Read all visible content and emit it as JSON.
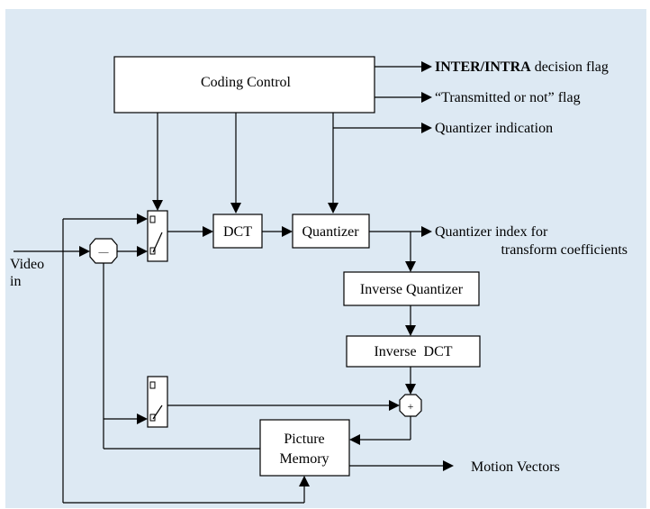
{
  "colors": {
    "background": "#dde9f3",
    "box_fill": "#ffffff",
    "line": "#000000"
  },
  "blocks": {
    "coding_control": "Coding Control",
    "dct": "DCT",
    "quantizer": "Quantizer",
    "inverse_quantizer": "Inverse Quantizer",
    "inverse_dct": "Inverse  DCT",
    "picture_memory_line1": "Picture",
    "picture_memory_line2": "Memory",
    "subtract_symbol": "—",
    "add_symbol": "+"
  },
  "outputs": {
    "decision_flag_bold": "INTER/INTRA",
    "decision_flag_rest": " decision flag",
    "transmitted_flag": "“Transmitted or not” flag",
    "quantizer_indication": "Quantizer indication",
    "qindex_line1": "Quantizer index for",
    "qindex_line2": "transform coefficients",
    "motion_vectors": "Motion Vectors"
  },
  "inputs": {
    "video_line1": "Video",
    "video_line2": "in"
  }
}
